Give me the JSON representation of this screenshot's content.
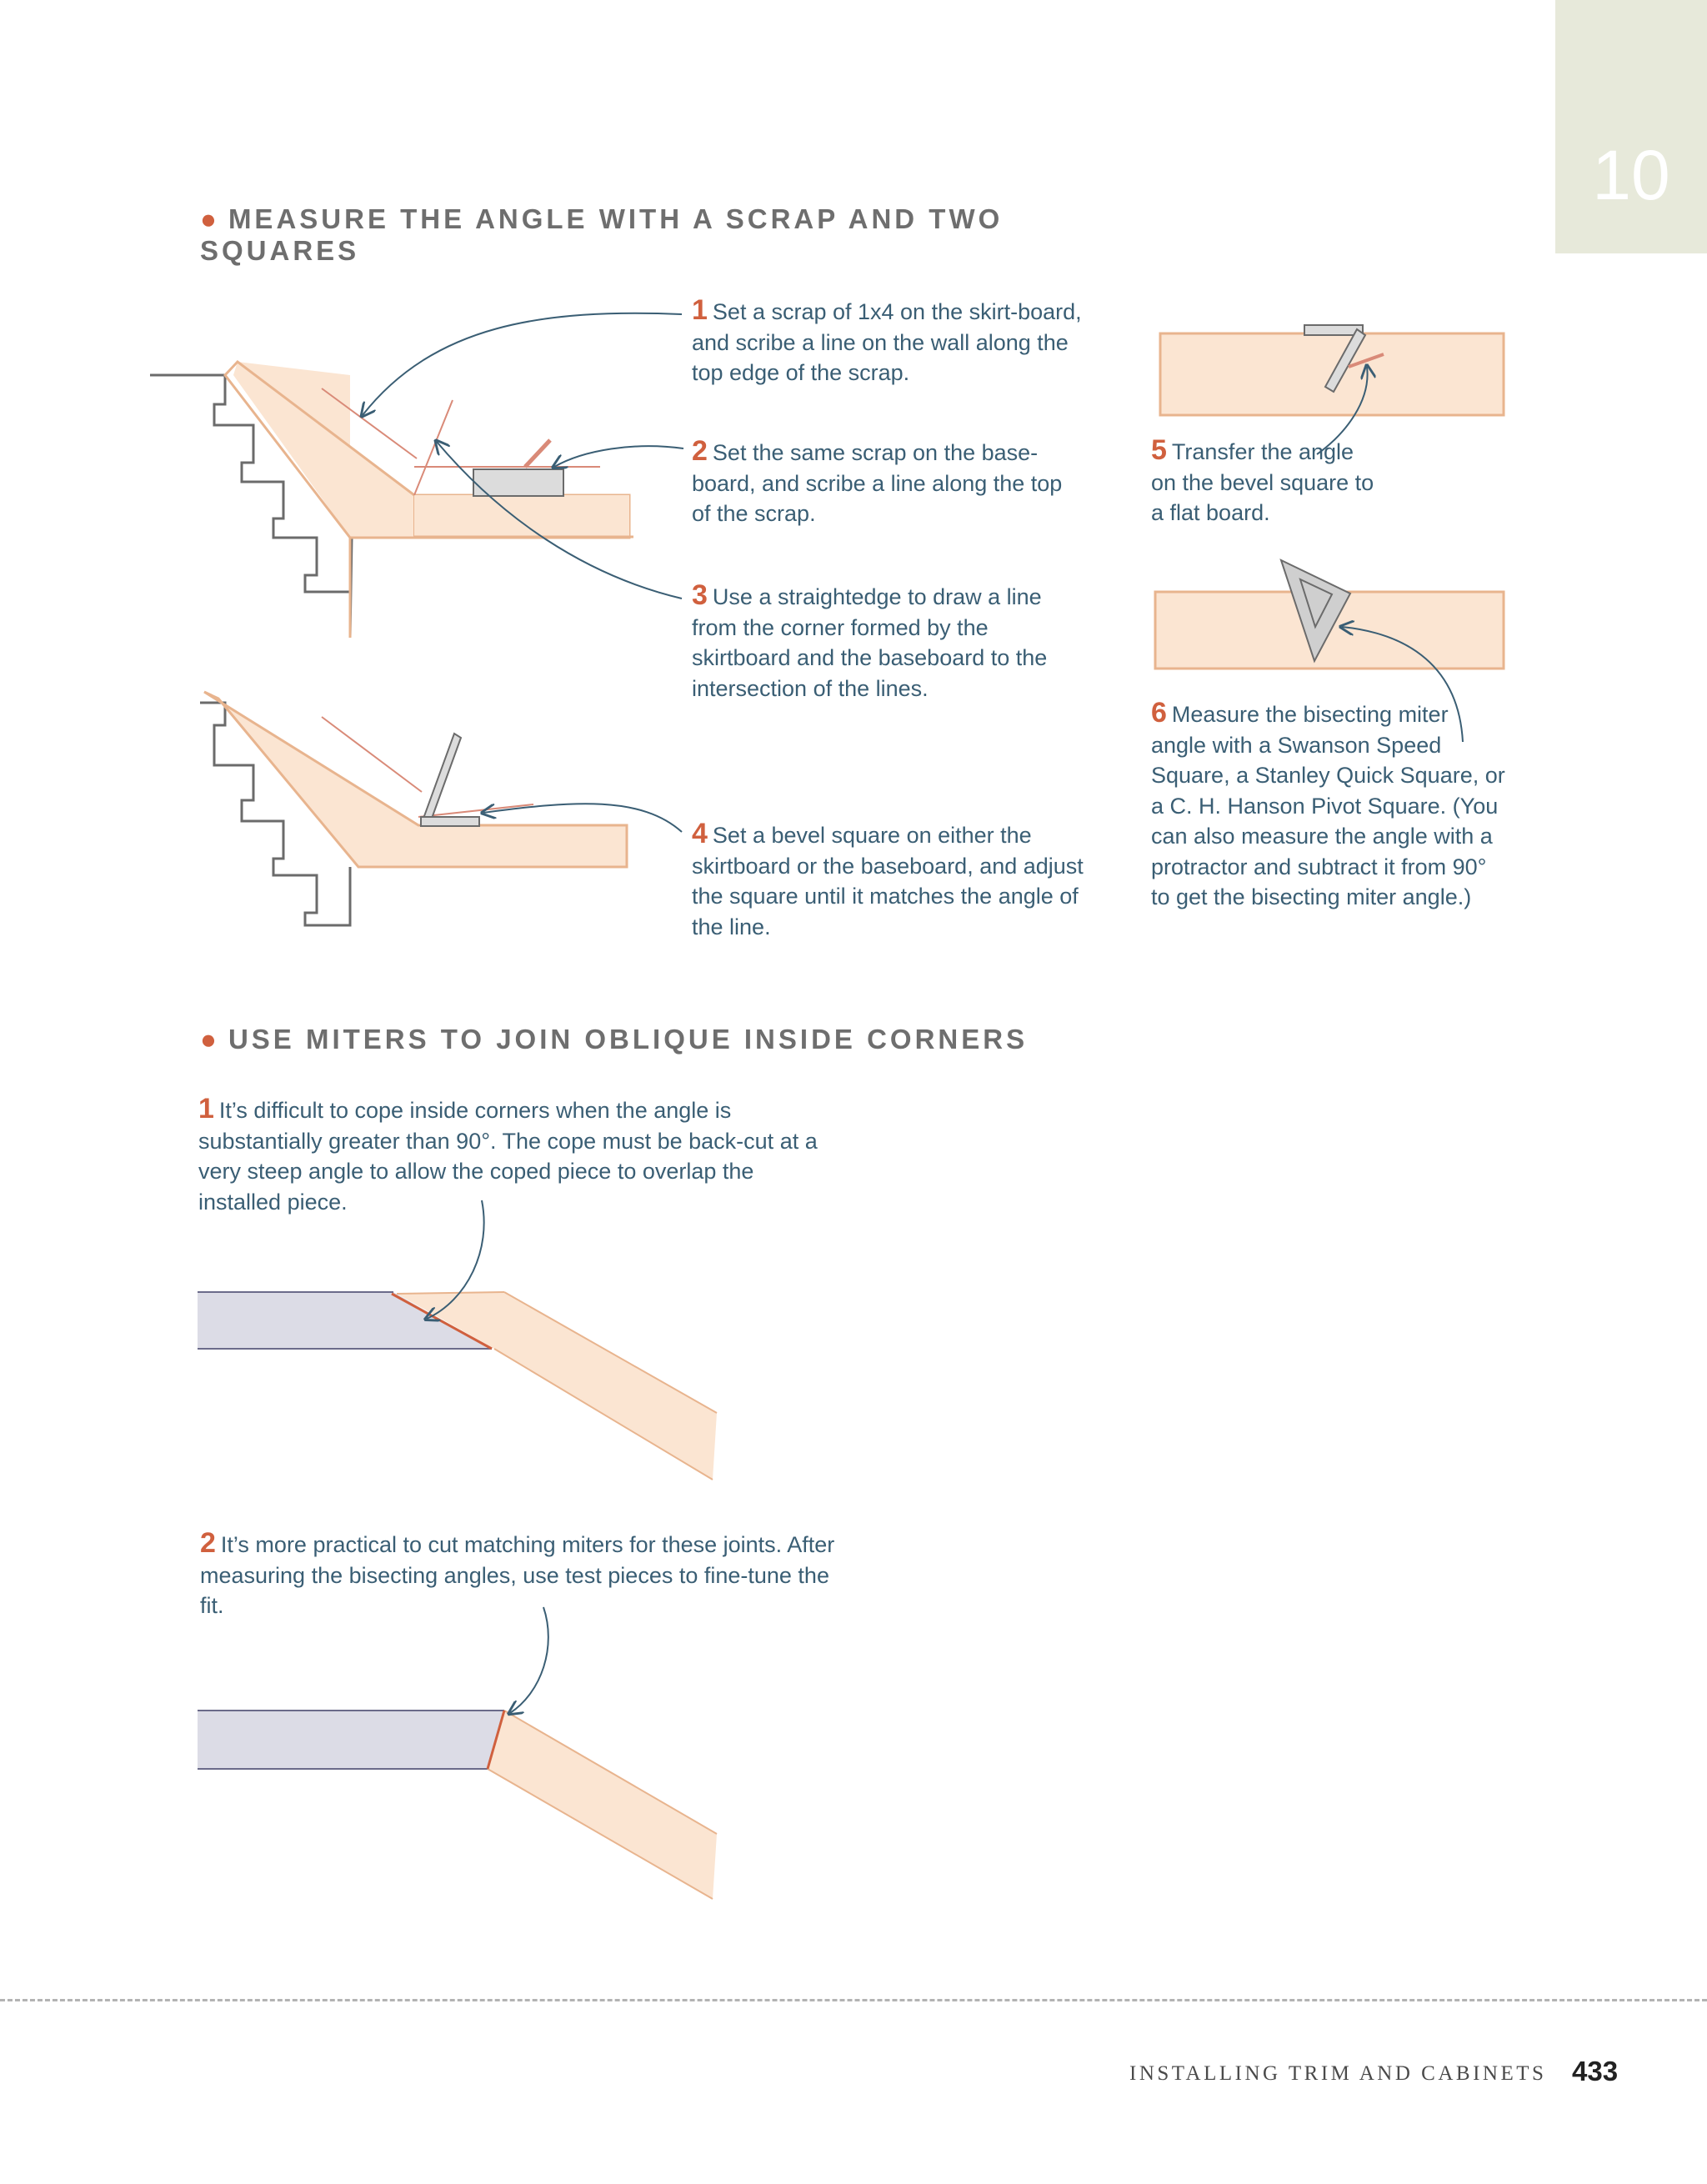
{
  "chapter": {
    "number": "10"
  },
  "section1": {
    "heading_line1": "MEASURE THE ANGLE WITH A SCRAP AND TWO",
    "heading_line2": "SQUARES",
    "steps": [
      {
        "num": "1",
        "text": "Set a scrap of 1x4 on the skirt-board, and scribe a line on the wall along the top edge of the scrap."
      },
      {
        "num": "2",
        "text": "Set the same scrap on the base-board, and scribe a line along the top of the scrap."
      },
      {
        "num": "3",
        "text": "Use a straightedge to draw a line from the corner formed by the skirtboard and the baseboard to the intersection of the lines."
      },
      {
        "num": "4",
        "text": "Set a bevel square on either the skirtboard or the baseboard, and adjust the square until it matches the angle of the line."
      },
      {
        "num": "5",
        "text": "Transfer the angle on the bevel square to a flat board."
      },
      {
        "num": "6",
        "text": "Measure the bisecting miter angle with a Swanson Speed Square, a Stanley Quick Square, or a C. H. Hanson Pivot Square. (You can also measure the angle with a protractor and subtract it from 90° to get the bisecting miter angle.)"
      }
    ]
  },
  "section2": {
    "heading": "USE MITERS TO JOIN OBLIQUE INSIDE CORNERS",
    "steps": [
      {
        "num": "1",
        "text": "It’s difficult to cope inside corners when the angle is substantially greater than 90°. The cope must be back-cut at a very steep angle to allow the coped piece to overlap the installed piece."
      },
      {
        "num": "2",
        "text": "It’s more practical to cut matching miters for these joints. After measuring the bisecting angles, use test pieces to fine-tune the fit."
      }
    ]
  },
  "footer": {
    "running_title": "INSTALLING TRIM AND CABINETS",
    "page_number": "433"
  },
  "colors": {
    "accent": "#d0603e",
    "text": "#3a5e74",
    "wood_fill": "#fbe5d2",
    "wood_stroke": "#e8b48e",
    "wall_stroke": "#6b6b6b",
    "installed_fill": "#dcdce6",
    "tab": "#e7e9da"
  }
}
